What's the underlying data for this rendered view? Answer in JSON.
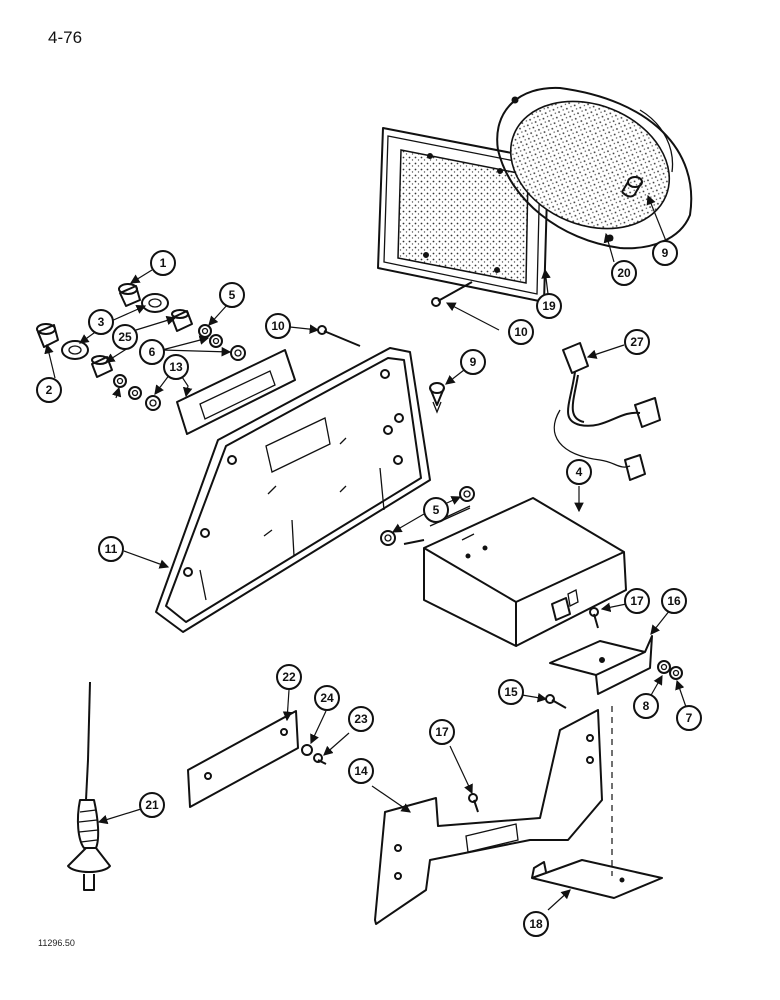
{
  "page_number": "4-76",
  "figure_code": "11296.50",
  "callouts": [
    "1",
    "2",
    "3",
    "25",
    "5",
    "6",
    "13",
    "10",
    "9",
    "11",
    "5",
    "4",
    "17",
    "16",
    "8",
    "7",
    "15",
    "20",
    "19",
    "9",
    "10",
    "27",
    "22",
    "24",
    "23",
    "21",
    "14",
    "17",
    "18"
  ]
}
